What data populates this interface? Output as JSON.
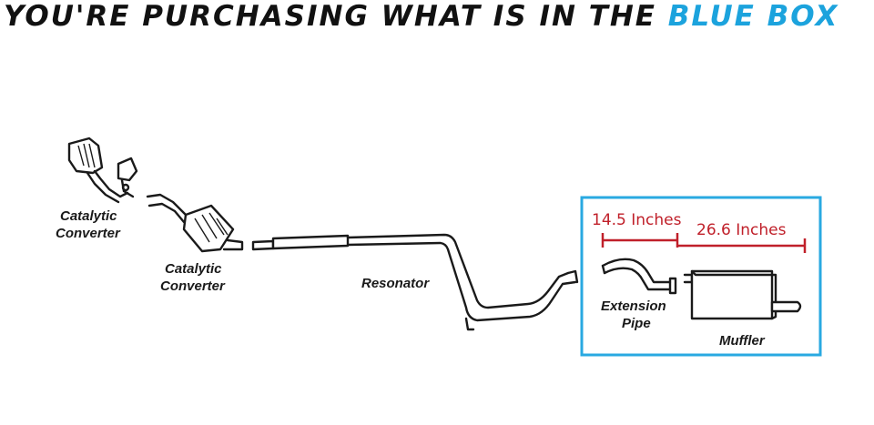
{
  "headline": {
    "prefix": "YOU'RE PURCHASING WHAT IS IN THE ",
    "highlight": "BLUE BOX"
  },
  "colors": {
    "highlight": "#1ca3dd",
    "box_border": "#29a9e1",
    "dimension": "#c0202a"
  },
  "labels": {
    "cat_converter_1": [
      "Catalytic",
      "Converter"
    ],
    "cat_converter_2": [
      "Catalytic",
      "Converter"
    ],
    "resonator": "Resonator",
    "extension_pipe": [
      "Extension",
      "Pipe"
    ],
    "muffler": "Muffler"
  },
  "dimensions": {
    "extension_pipe": "14.5 Inches",
    "muffler": "26.6 Inches"
  }
}
